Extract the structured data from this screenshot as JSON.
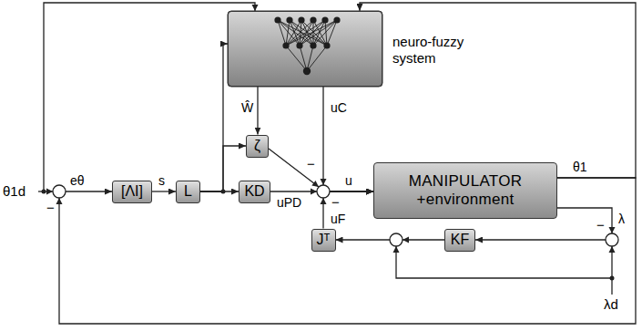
{
  "diagram": {
    "nodes": [
      {
        "text": [
          "neuro-fuzzy system"
        ]
      },
      {
        "text": [
          "[ΛI]"
        ]
      },
      {
        "text": [
          "L"
        ]
      },
      {
        "text": [
          "KD"
        ]
      },
      {
        "text": [
          "ζ"
        ]
      },
      {
        "text": [
          "MANIPULATOR +environment"
        ]
      },
      {
        "text": [
          "KF"
        ]
      },
      {
        "text": [
          "Jᵀ"
        ]
      }
    ],
    "edges": [
      {
        "from": 1,
        "to": 2,
        "arrow": "to",
        "label": "s"
      },
      {
        "from": 2,
        "to": 3,
        "arrow": "to"
      },
      {
        "from": 2,
        "to": 0,
        "arrow": "to"
      },
      {
        "from": 2,
        "to": 4,
        "arrow": "to"
      },
      {
        "from": 0,
        "to": 4,
        "arrow": "to",
        "label": "Ŵ"
      },
      {
        "from": 0,
        "to": 5,
        "arrow": "to",
        "label": "uC"
      },
      {
        "from": 3,
        "to": 5,
        "arrow": "to",
        "label": "uPD"
      },
      {
        "from": 4,
        "to": 5,
        "arrow": "to"
      },
      {
        "from": 7,
        "to": 5,
        "arrow": "to",
        "label": "uF"
      },
      {
        "from": 5,
        "to": 0,
        "arrow": "to",
        "label": "θ1"
      },
      {
        "from": 5,
        "to": 1,
        "arrow": "to"
      },
      {
        "from": 5,
        "to": 6,
        "arrow": "to",
        "label": "λ"
      },
      {
        "from": 6,
        "to": 7,
        "arrow": "to"
      }
    ],
    "labels": [
      "θ1d",
      "eθ",
      "−",
      "−",
      "u",
      "−",
      "−",
      "λd"
    ]
  }
}
